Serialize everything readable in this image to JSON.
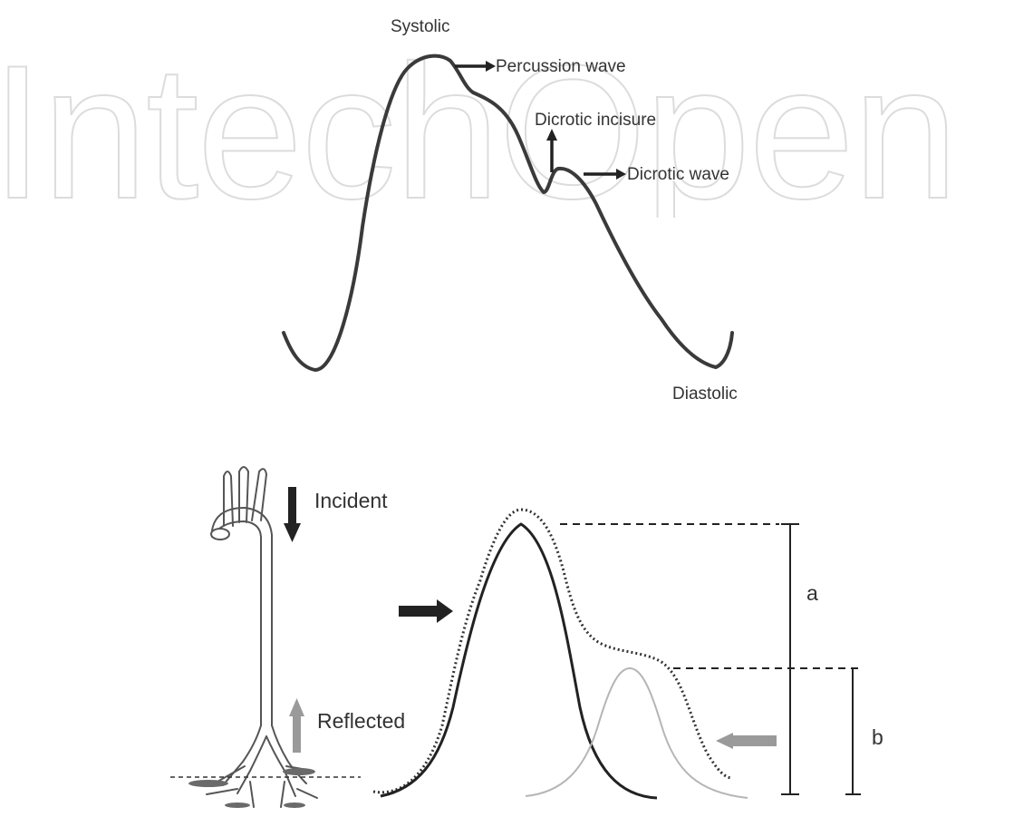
{
  "watermark": {
    "text": "IntechOpen"
  },
  "pulse_waveform": {
    "labels": {
      "systolic": "Systolic",
      "percussion_wave": "Percussion wave",
      "dicrotic_incisure": "Dicrotic incisure",
      "dicrotic_wave": "Dicrotic wave",
      "diastolic": "Diastolic"
    }
  },
  "wave_reflection": {
    "labels": {
      "incident": "Incident",
      "reflected": "Reflected",
      "a": "a",
      "b": "b"
    },
    "colors": {
      "incident_arrow": "#222222",
      "reflected_arrow": "#9a9a9a",
      "forward_wave": "#222222",
      "reflected_wave": "#b5b5b5",
      "composite_wave": "#333333"
    }
  }
}
